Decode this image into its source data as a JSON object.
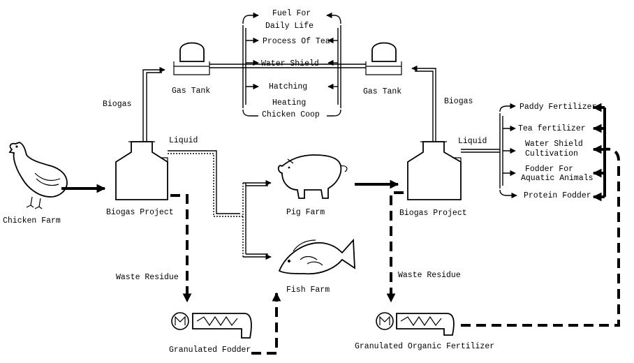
{
  "labels": {
    "chicken_farm": "Chicken Farm",
    "biogas_project_left": "Biogas Project",
    "biogas_project_right": "Biogas Project",
    "gas_tank_left": "Gas Tank",
    "gas_tank_right": "Gas Tank",
    "biogas_left": "Biogas",
    "biogas_right": "Biogas",
    "liquid_left": "Liquid",
    "liquid_right": "Liquid",
    "pig_farm": "Pig Farm",
    "fish_farm": "Fish Farm",
    "waste_residue_left": "Waste Residue",
    "waste_residue_right": "Waste Residue",
    "granulated_fodder": "Granulated Fodder",
    "granulated_organic_fertilizer": "Granulated Organic Fertilizer"
  },
  "gas_uses": {
    "fuel_line1": "Fuel For",
    "fuel_line2": "Daily Life",
    "process_of_tea": "Process Of Tea",
    "water_shield": "Water Shield",
    "hatching": "Hatching",
    "heating_line1": "Heating",
    "heating_line2": "Chicken Coop"
  },
  "liquid_uses": {
    "paddy_fertilizer": "Paddy Fertilizer",
    "tea_fertilizer": "Tea fertilizer",
    "water_shield_line1": "Water Shield",
    "water_shield_line2": "Cultivation",
    "fodder_line1": "Fodder  For",
    "fodder_line2": "Aquatic Animals",
    "protein_fodder": "Protein Fodder"
  }
}
